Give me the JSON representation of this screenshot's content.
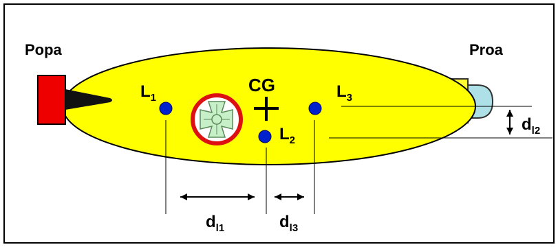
{
  "labels": {
    "stern": "Popa",
    "bow": "Proa",
    "cg": "CG",
    "l1": {
      "base": "L",
      "sub": "1"
    },
    "l2": {
      "base": "L",
      "sub": "2"
    },
    "l3": {
      "base": "L",
      "sub": "3"
    },
    "dl1": {
      "base": "d",
      "sub": "l1"
    },
    "dl2": {
      "base": "d",
      "sub": "l2"
    },
    "dl3": {
      "base": "d",
      "sub": "l3"
    }
  },
  "colors": {
    "hull": "#ffff00",
    "rudder": "#ff0000",
    "sensor_dot": "#0022cc",
    "propeller_ring": "#dd1111",
    "propeller_fill": "#c8f0c8",
    "bow_cap": "#ffff33",
    "bow_dome": "#aee0e8"
  },
  "icons": {
    "propeller": "propeller-icon",
    "rudder": "rudder-icon"
  }
}
